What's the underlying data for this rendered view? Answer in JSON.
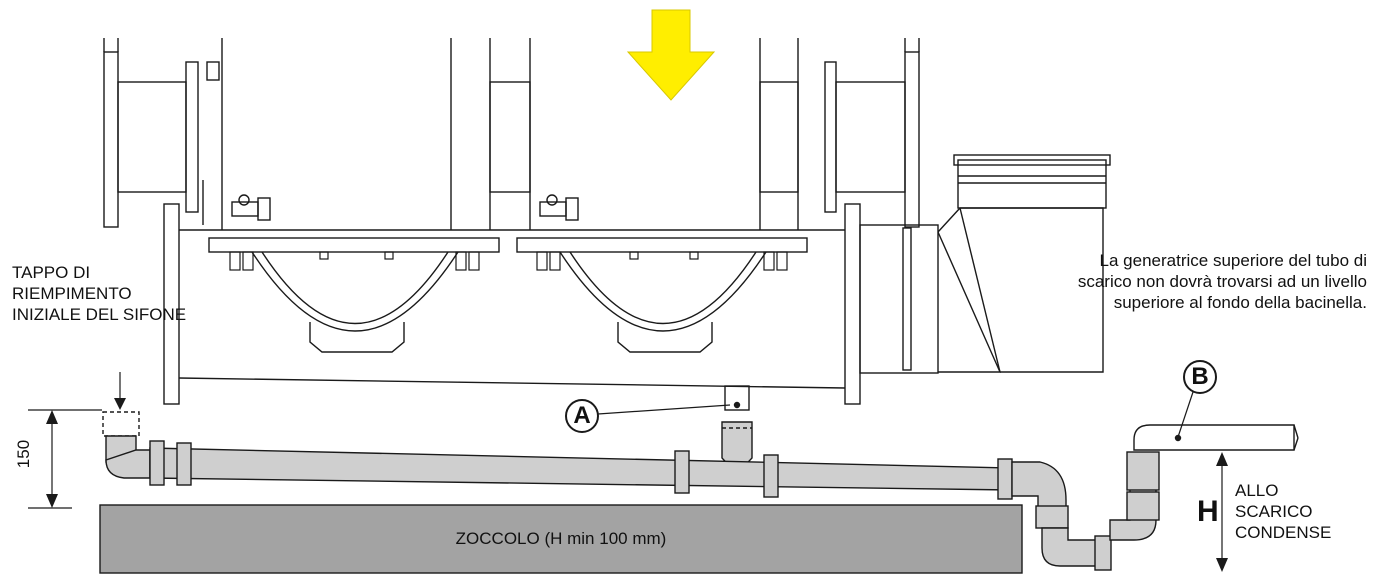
{
  "labels": {
    "fill_plug": "TAPPO DI RIEMPIMENTO INIZIALE DEL SIFONE",
    "top_generatrix_note": "La generatrice superiore del tubo di scarico non dovrà trovarsi ad un livello superiore al fondo della bacinella.",
    "drain_destination": "ALLO SCARICO CONDENSE",
    "height_symbol": "H",
    "dimension_150": "150",
    "plinth": "ZOCCOLO (H min 100 mm)",
    "marker_a": "A",
    "marker_b": "B"
  },
  "colors": {
    "arrow_fill": "#ffee00",
    "arrow_stroke": "#d8c800",
    "pipe_fill": "#cfcfcf",
    "plinth_fill": "#a3a3a3",
    "line": "#1a1a1a"
  }
}
